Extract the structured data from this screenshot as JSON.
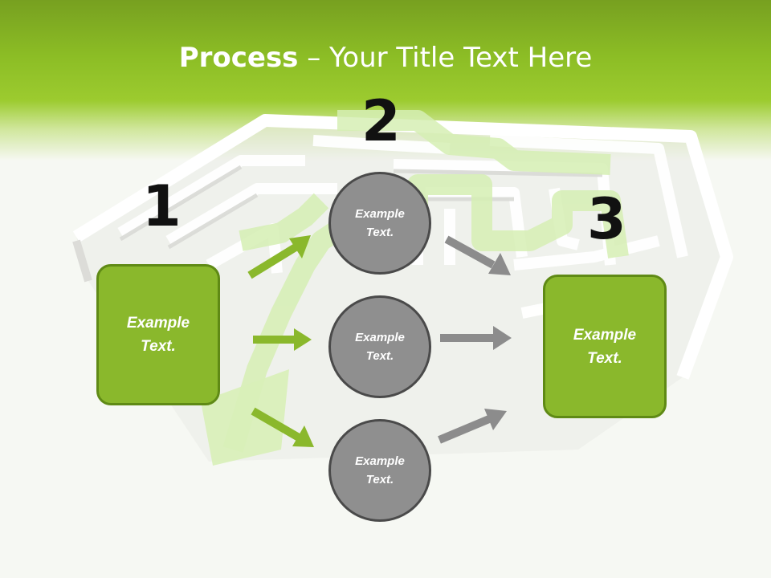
{
  "title": {
    "bold": "Process",
    "rest": " – Your Title Text Here"
  },
  "steps": {
    "one": "1",
    "two": "2",
    "three": "3"
  },
  "left_box": {
    "text": "Example\nText."
  },
  "right_box": {
    "text": "Example\nText."
  },
  "circles": [
    {
      "text": "Example\nText."
    },
    {
      "text": "Example\nText."
    },
    {
      "text": "Example\nText."
    }
  ],
  "colors": {
    "green": "#8ab82c",
    "green_border": "#5f8a15",
    "circle_fill": "#8f8f8f",
    "circle_border": "#4a4a4a",
    "grey_arrow": "#8c8c8c"
  }
}
